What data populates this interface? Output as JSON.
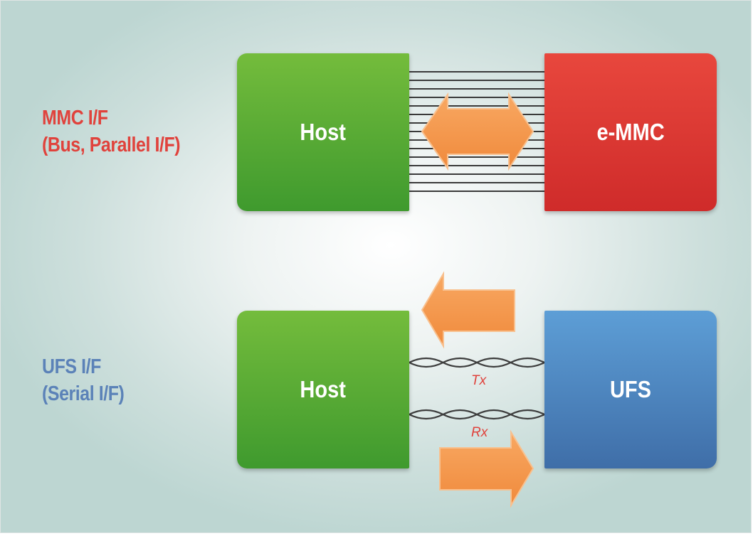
{
  "mmc": {
    "label_line1": "MMC I/F",
    "label_line2": "(Bus, Parallel I/F)",
    "host_label": "Host",
    "device_label": "e-MMC"
  },
  "ufs": {
    "label_line1": "UFS I/F",
    "label_line2": "(Serial I/F)",
    "host_label": "Host",
    "device_label": "UFS",
    "tx_label": "Tx",
    "rx_label": "Rx"
  },
  "colors": {
    "mmc_accent": "#e0423c",
    "ufs_accent": "#5b82b8",
    "host_green": "#4fa632",
    "emmc_red": "#d9332f",
    "ufs_blue": "#4f86c2",
    "arrow_orange": "#f59a4f"
  },
  "icons": {
    "parallel_arrow": "double-headed-arrow",
    "tx_arrow": "left-arrow",
    "rx_arrow": "right-arrow"
  }
}
